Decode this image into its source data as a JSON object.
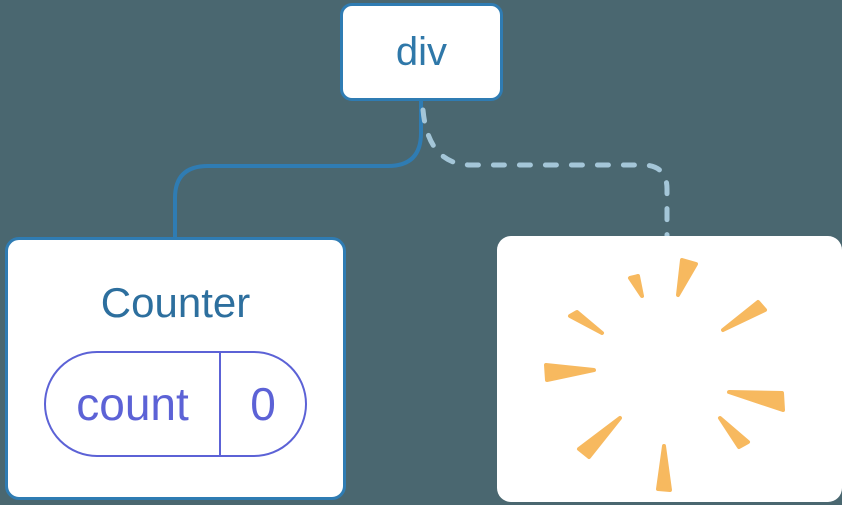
{
  "diagram": {
    "root_node": {
      "label": "div"
    },
    "counter_node": {
      "title": "Counter",
      "state_pill": {
        "key": "count",
        "value": "0"
      }
    },
    "removed_node": {
      "icon": "poof-starburst"
    },
    "edges": [
      {
        "from": "div",
        "to": "Counter",
        "style": "solid"
      },
      {
        "from": "div",
        "to": "removed",
        "style": "dashed"
      }
    ]
  },
  "colors": {
    "background": "#4a6770",
    "card-bg": "#ffffff",
    "card-border": "#2f7cb3",
    "root-label": "#2f78a9",
    "counter-title": "#2d6f9e",
    "pill-accent": "#5c62d6",
    "solid-edge": "#2f7cb3",
    "dashed-edge": "#a4c6d8",
    "poof": "#f7b95f"
  }
}
